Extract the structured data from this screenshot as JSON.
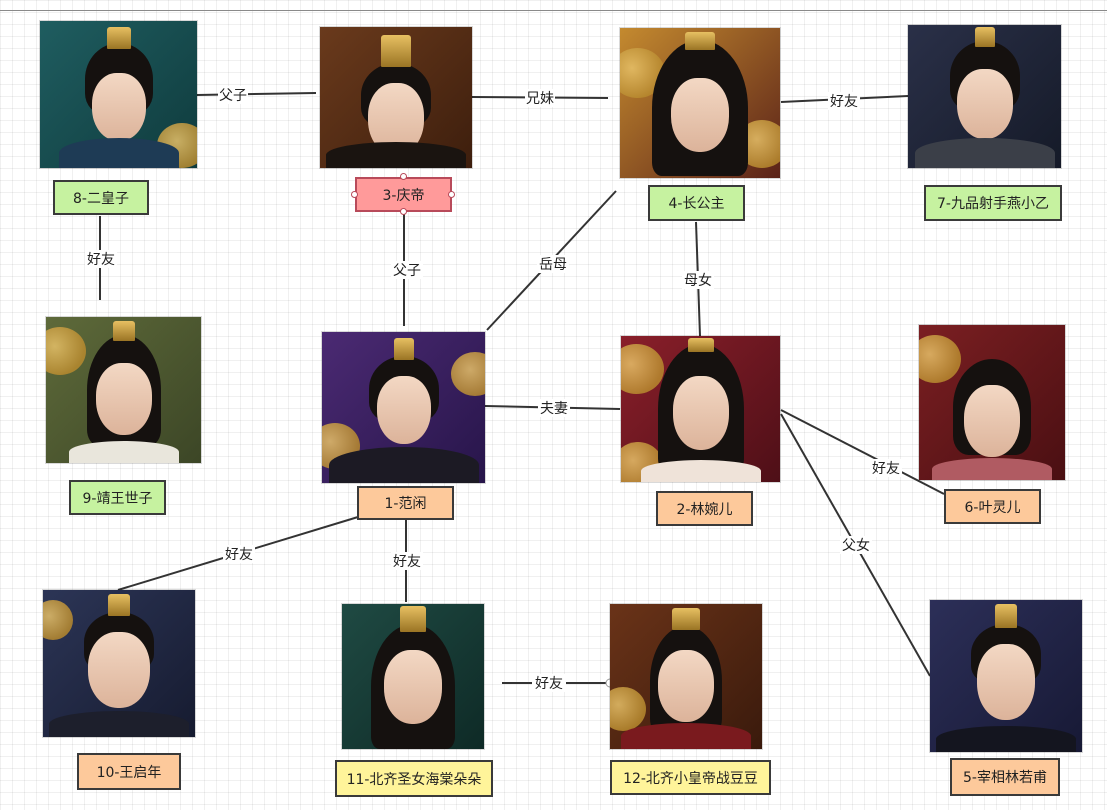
{
  "nodes": [
    {
      "id": "n1",
      "label": "1-范闲",
      "color": "#fdc99b"
    },
    {
      "id": "n2",
      "label": "2-林婉儿",
      "color": "#fdc99b"
    },
    {
      "id": "n3",
      "label": "3-庆帝",
      "color": "#ff9a9a"
    },
    {
      "id": "n4",
      "label": "4-长公主",
      "color": "#c6f2a0"
    },
    {
      "id": "n5",
      "label": "5-宰相林若甫",
      "color": "#fdc99b"
    },
    {
      "id": "n6",
      "label": "6-叶灵儿",
      "color": "#fdc99b"
    },
    {
      "id": "n7",
      "label": "7-九品射手燕小乙",
      "color": "#c6f2a0"
    },
    {
      "id": "n8",
      "label": "8-二皇子",
      "color": "#c6f2a0"
    },
    {
      "id": "n9",
      "label": "9-靖王世子",
      "color": "#c6f2a0"
    },
    {
      "id": "n10",
      "label": "10-王启年",
      "color": "#fdc99b"
    },
    {
      "id": "n11",
      "label": "11-北齐圣女海棠朵朵",
      "color": "#fff49a"
    },
    {
      "id": "n12",
      "label": "12-北齐小皇帝战豆豆",
      "color": "#fff49a"
    }
  ],
  "edges": [
    {
      "id": "e1",
      "label": "父子"
    },
    {
      "id": "e2",
      "label": "兄妹"
    },
    {
      "id": "e3",
      "label": "好友"
    },
    {
      "id": "e4",
      "label": "好友"
    },
    {
      "id": "e5",
      "label": "父子"
    },
    {
      "id": "e6",
      "label": "岳母"
    },
    {
      "id": "e7",
      "label": "母女"
    },
    {
      "id": "e8",
      "label": "夫妻"
    },
    {
      "id": "e9",
      "label": "好友"
    },
    {
      "id": "e10",
      "label": "父女"
    },
    {
      "id": "e11",
      "label": "好友"
    },
    {
      "id": "e12",
      "label": "好友"
    },
    {
      "id": "e13",
      "label": "好友"
    }
  ],
  "colors": {
    "edge": "#333333",
    "box_border": "#3a3a3a",
    "selected_border": "#b84a5a"
  }
}
